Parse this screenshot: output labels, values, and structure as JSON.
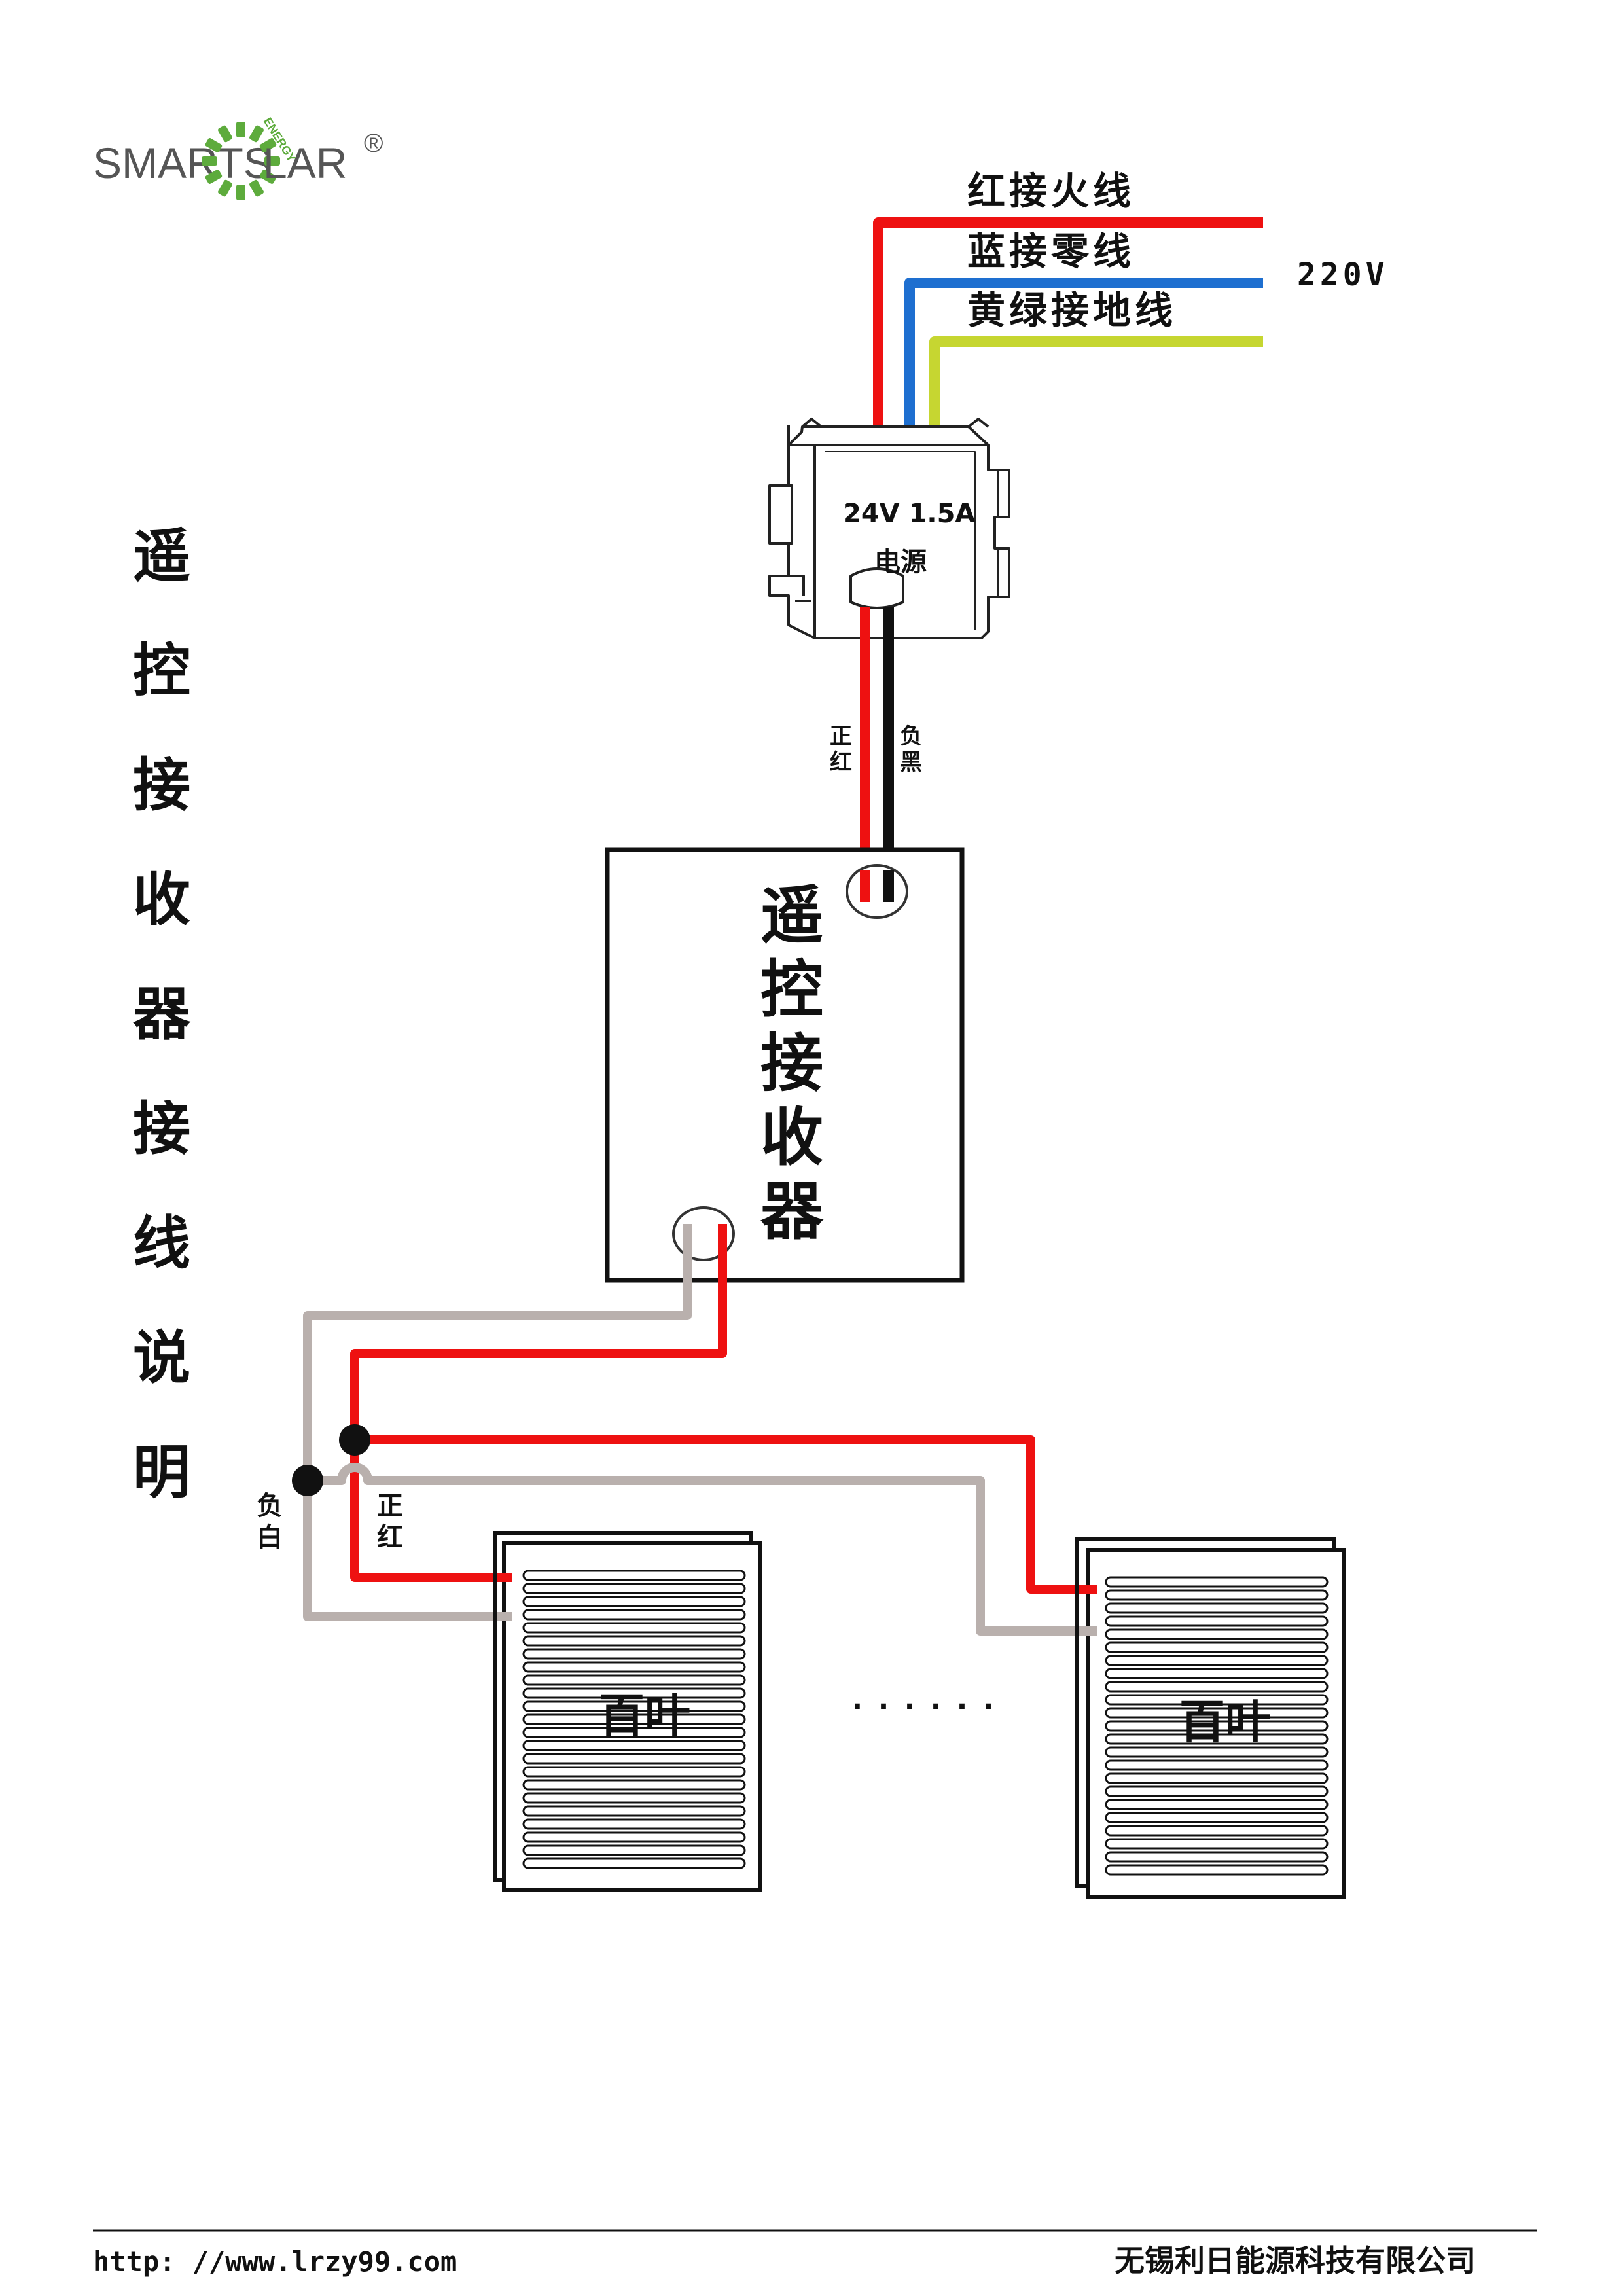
{
  "logo": {
    "left": "SMARTS",
    "right": "LAR",
    "reg": "®",
    "arc": "ENERGY"
  },
  "side_title": [
    "遥",
    "控",
    "接",
    "收",
    "器",
    "接",
    "线",
    "说",
    "明"
  ],
  "mains": {
    "live": "红接火线",
    "neutral": "蓝接零线",
    "earth": "黄绿接地线",
    "voltage": "220V"
  },
  "psu": {
    "rating": "24V 1.5A",
    "label": "电源"
  },
  "dc_labels": {
    "pos_1": "正",
    "pos_2": "红",
    "neg_1": "负",
    "neg_2": "黑"
  },
  "receiver": {
    "label": [
      "遥",
      "控",
      "接",
      "收",
      "器"
    ]
  },
  "bus_labels": {
    "neg_1": "负",
    "neg_2": "白",
    "pos_1": "正",
    "pos_2": "红"
  },
  "shutter_1": {
    "label": "百叶"
  },
  "shutter_2": {
    "label": "百叶"
  },
  "ellipsis": "· · · · · ·",
  "footer": {
    "url": "http: //www.lrzy99.com",
    "company": "无锡利日能源科技有限公司"
  },
  "colors": {
    "live": "#ee1111",
    "neutral": "#1e6fd0",
    "earth": "#c6d631",
    "negative": "#111111",
    "white_wire": "#b9b0ad",
    "logo_green": "#5dab3c"
  }
}
